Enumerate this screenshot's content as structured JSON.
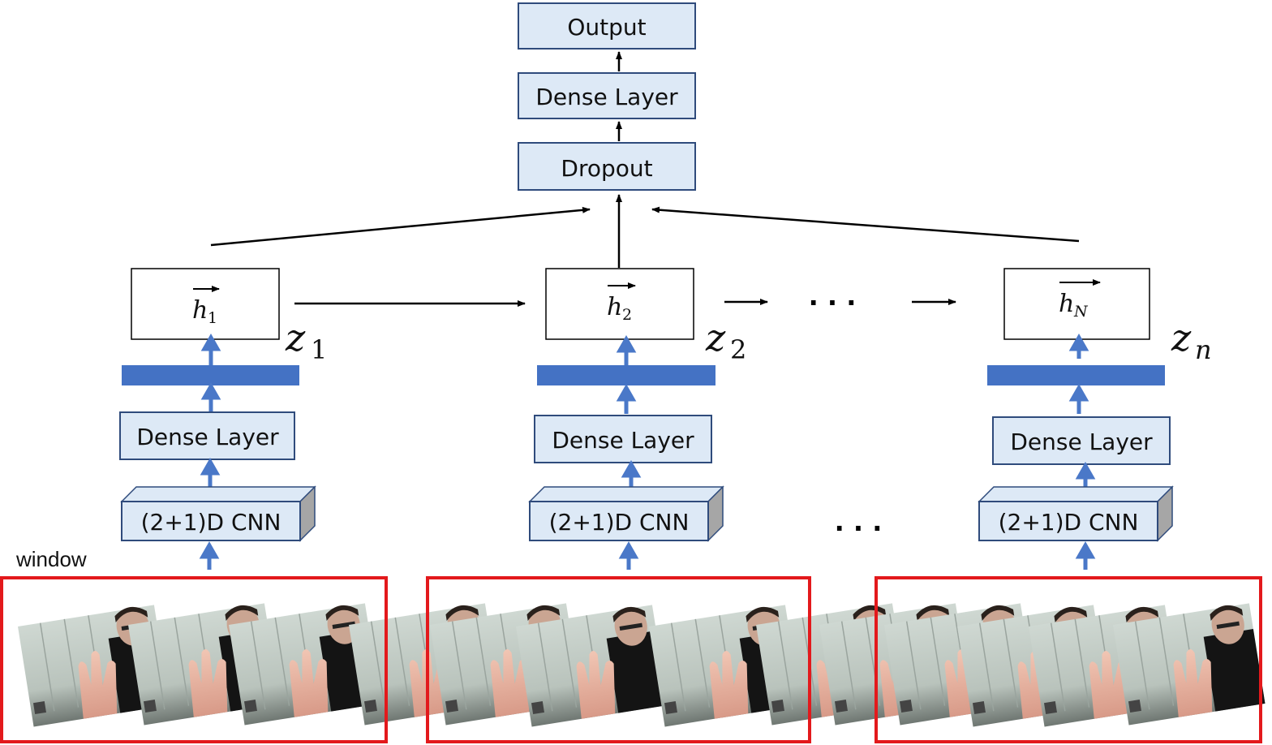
{
  "top_stack": {
    "output_label": "Output",
    "dense_label": "Dense Layer",
    "dropout_label": "Dropout"
  },
  "columns": [
    {
      "hidden_base": "h",
      "hidden_sub": "1",
      "z_base": "z",
      "z_sub": "1",
      "dense_label": "Dense Layer",
      "cnn_label": "(2+1)D CNN"
    },
    {
      "hidden_base": "h",
      "hidden_sub": "2",
      "z_base": "z",
      "z_sub": "2",
      "dense_label": "Dense Layer",
      "cnn_label": "(2+1)D CNN"
    },
    {
      "hidden_base": "h",
      "hidden_sub": "N",
      "z_base": "z",
      "z_sub": "n",
      "dense_label": "Dense Layer",
      "cnn_label": "(2+1)D CNN"
    }
  ],
  "ellipsis_hidden": "· · ·",
  "ellipsis_cnn": "· · ·",
  "window_label": "window",
  "colors": {
    "box_fill": "#dde9f6",
    "box_stroke": "#2f4b7c",
    "feature_bar": "#4472c4",
    "blue_arrow": "#4a78c8",
    "window_border": "#e3191c",
    "cube_side": "#a6a6a6"
  },
  "frame_strip": {
    "scene": "wall",
    "gesture": "three fingers raised"
  }
}
